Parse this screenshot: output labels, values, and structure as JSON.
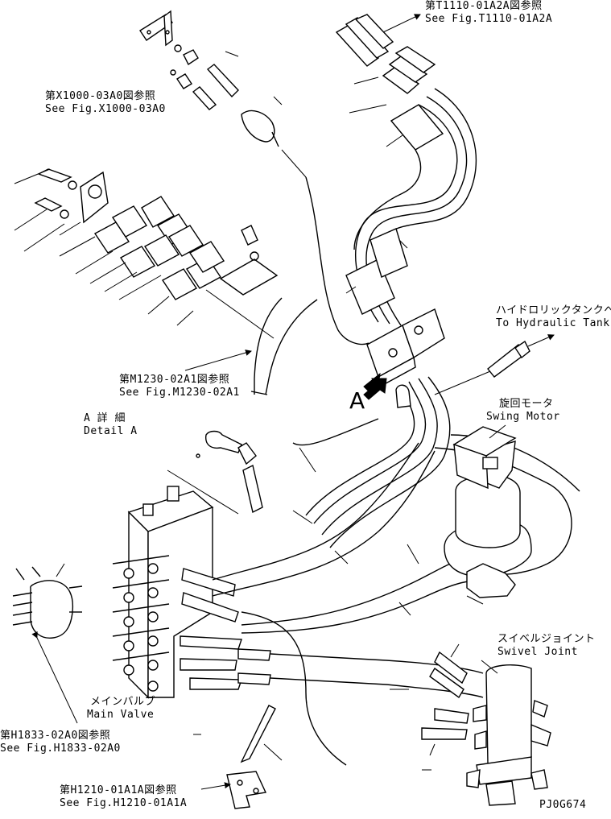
{
  "labels": {
    "fig_t1110_jp": "第T1110-01A2A図参照",
    "fig_t1110_en": "See Fig.T1110-01A2A",
    "fig_x1000_jp": "第X1000-03A0図参照",
    "fig_x1000_en": "See Fig.X1000-03A0",
    "hyd_tank_jp": "ハイドロリックタンクへ",
    "hyd_tank_en": "To Hydraulic Tank",
    "fig_m1230_jp": "第M1230-02A1図参照",
    "fig_m1230_en": "See Fig.M1230-02A1",
    "view_a": "A",
    "detail_a_jp": "A 詳 細",
    "detail_a_en": "Detail A",
    "swing_motor_jp": "旋回モータ",
    "swing_motor_en": "Swing Motor",
    "swivel_joint_jp": "スイベルジョイント",
    "swivel_joint_en": "Swivel Joint",
    "main_valve_jp": "メインバルブ",
    "main_valve_en": "Main Valve",
    "fig_h1833_jp": "第H1833-02A0図参照",
    "fig_h1833_en": "See Fig.H1833-02A0",
    "fig_h1210_jp": "第H1210-01A1A図参照",
    "fig_h1210_en": "See Fig.H1210-01A1A",
    "drawing_no": "PJ0G674"
  }
}
